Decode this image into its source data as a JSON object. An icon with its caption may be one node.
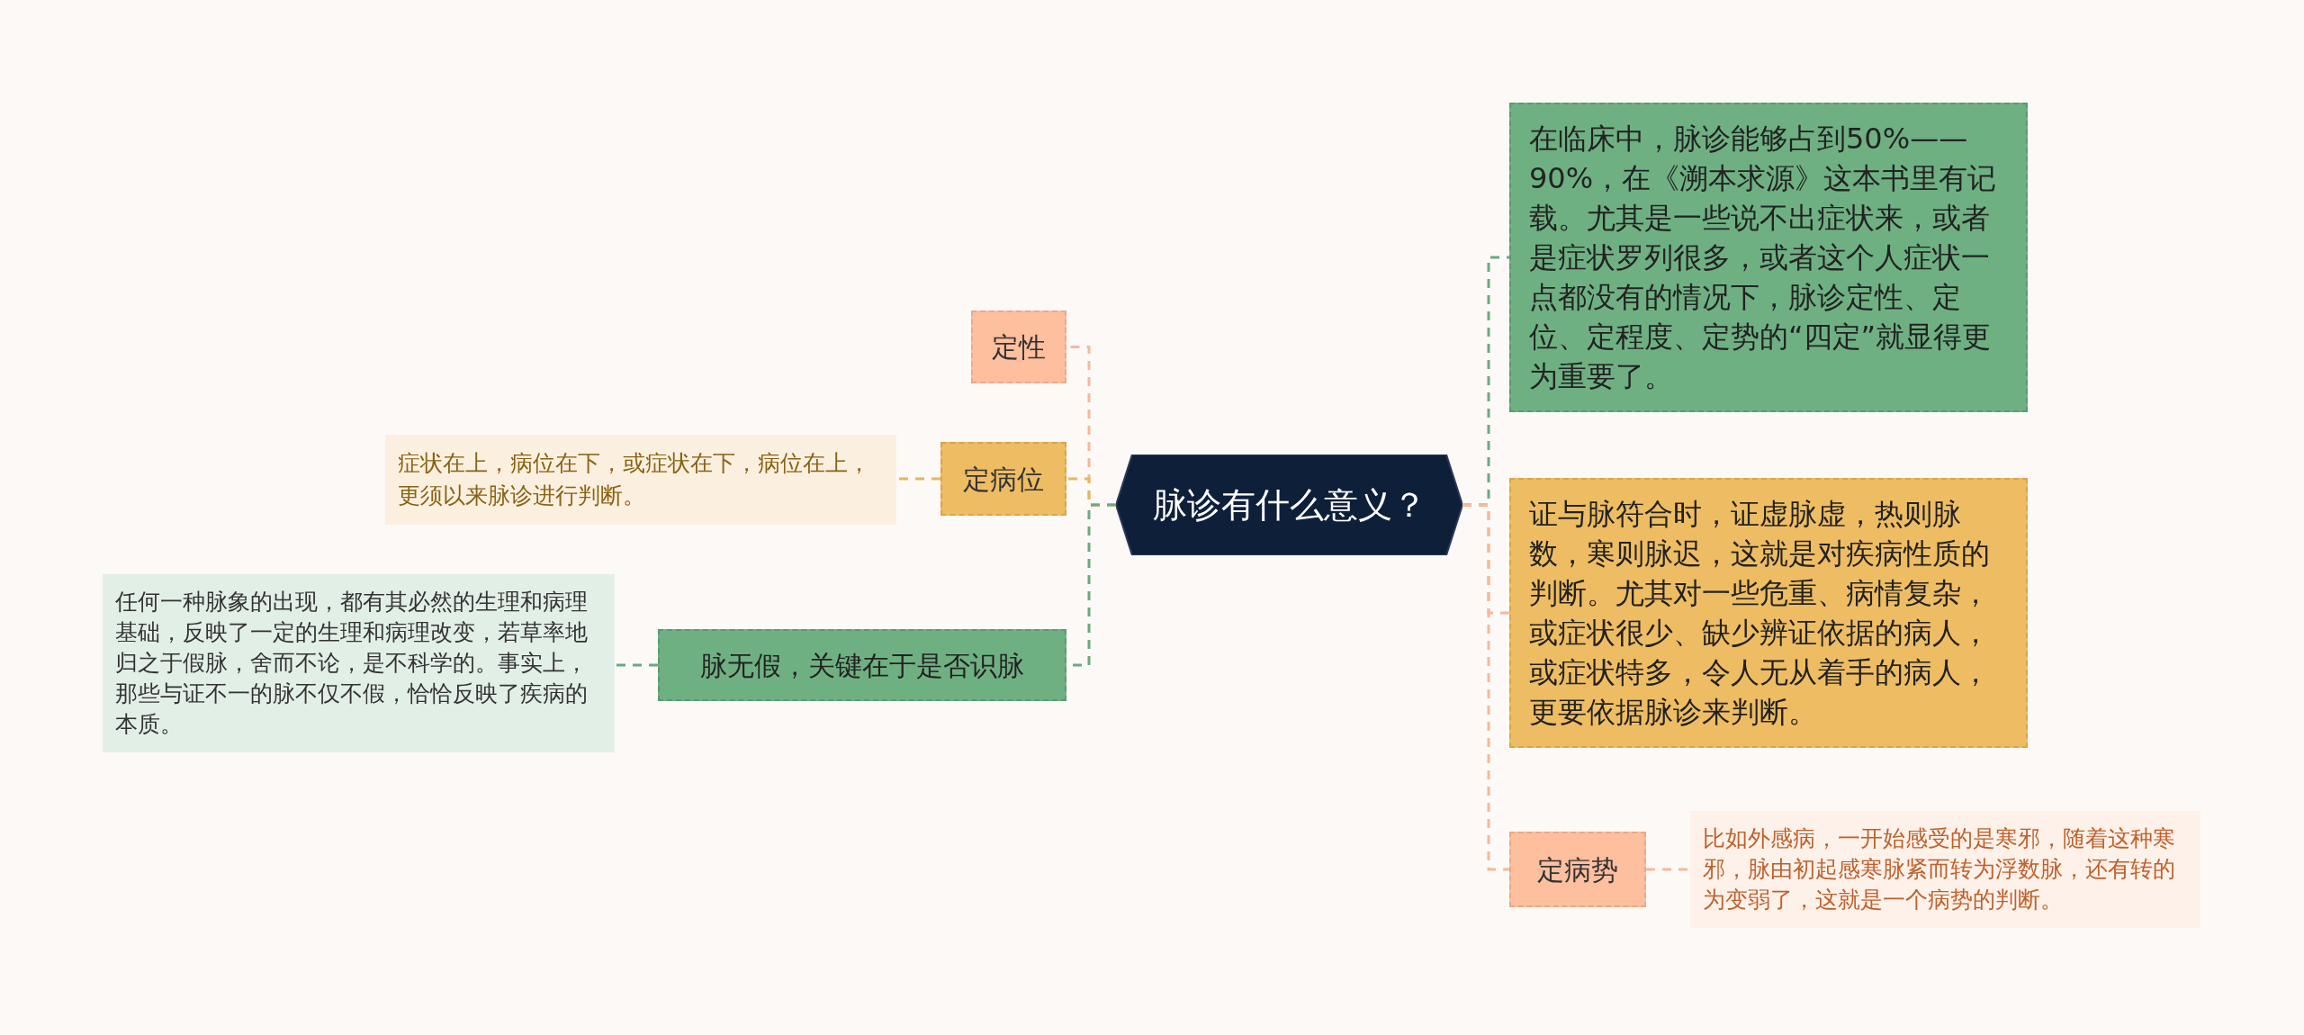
{
  "diagram": {
    "nodes": [
      {
        "text": [
          "脉诊有什么意义？"
        ]
      },
      {
        "text": [
          "定性"
        ]
      },
      {
        "text": [
          "定病位"
        ]
      },
      {
        "text": [
          "症状在上，病位在下，或症状在下，病位在上，更须以来脉诊进行判断。"
        ]
      },
      {
        "text": [
          "脉无假，关键在于是否识脉"
        ]
      },
      {
        "text": [
          "任何一种脉象的出现，都有其必然的生理和病理基础，反映了一定的生理和病理改变，若草率地归之于假脉，舍而不论，是不科学的。事实上，那些与证不一的脉不仅不假，恰恰反映了疾病的本质。"
        ]
      },
      {
        "text": [
          "在临床中，脉诊能够占到50%——90%，在《溯本求源》这本书里有记载。尤其是一些说不出症状来，或者是症状罗列很多，或者这个人症状一点都没有的情况下，脉诊定性、定位、定程度、定势的“四定”就显得更为重要了。"
        ]
      },
      {
        "text": [
          "证与脉符合时，证虚脉虚，热则脉数，寒则脉迟，这就是对疾病性质的判断。尤其对一些危重、病情复杂，或症状很少、缺少辨证依据的病人，或症状特多，令人无从着手的病人，更要依据脉诊来判断。"
        ]
      },
      {
        "text": [
          "定病势"
        ]
      },
      {
        "text": [
          "比如外感病，一开始感受的是寒邪，随着这种寒邪，脉由初起感寒脉紧而转为浮数脉，还有转的为变弱了，这就是一个病势的判断。"
        ]
      }
    ],
    "edges": [
      {
        "from": 0,
        "to": 1,
        "arrow": "none",
        "style": "dashed"
      },
      {
        "from": 0,
        "to": 2,
        "arrow": "none",
        "style": "dashed",
        "color": "#e6b75c"
      },
      {
        "from": 2,
        "to": 3,
        "arrow": "none",
        "style": "dashed",
        "color": "#e6b75c"
      },
      {
        "from": 0,
        "to": 4,
        "arrow": "none",
        "style": "dashed",
        "color": "#6aaa80"
      },
      {
        "from": 4,
        "to": 5,
        "arrow": "none",
        "style": "dashed",
        "color": "#6aaa80"
      },
      {
        "from": 0,
        "to": 6,
        "arrow": "none",
        "style": "dashed",
        "color": "#6aaa80"
      },
      {
        "from": 0,
        "to": 7,
        "arrow": "none",
        "style": "dashed"
      },
      {
        "from": 0,
        "to": 8,
        "arrow": "none",
        "style": "dashed"
      },
      {
        "from": 8,
        "to": 9,
        "arrow": "none",
        "style": "dashed"
      }
    ]
  }
}
